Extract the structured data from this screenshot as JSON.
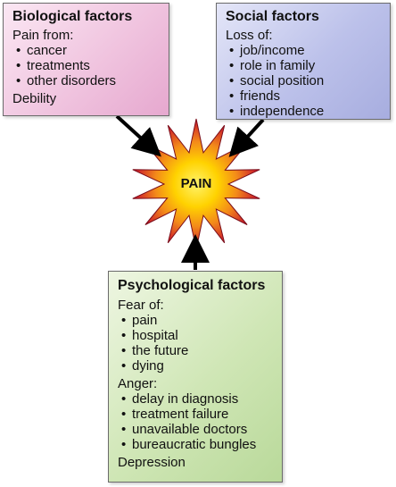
{
  "center": {
    "label": "PAIN"
  },
  "biological": {
    "title": "Biological factors",
    "intro": "Pain from:",
    "items": [
      "cancer",
      "treatments",
      "other disorders"
    ],
    "extra": "Debility"
  },
  "social": {
    "title": "Social factors",
    "intro": "Loss of:",
    "items": [
      "job/income",
      "role in family",
      "social position",
      "friends",
      "independence"
    ]
  },
  "psychological": {
    "title": "Psychological factors",
    "fear_intro": "Fear of:",
    "fear_items": [
      "pain",
      "hospital",
      "the future",
      "dying"
    ],
    "anger_intro": "Anger:",
    "anger_items": [
      "delay in diagnosis",
      "treatment failure",
      "unavailable doctors",
      "bureaucratic bungles"
    ],
    "extra": "Depression"
  },
  "colors": {
    "biological_box": "#f0c4df",
    "social_box": "#bcc1ea",
    "psychological_box": "#cfe6b5",
    "burst_outer": "#c8102e",
    "burst_inner": "#ffd200",
    "arrow": "#000000"
  }
}
